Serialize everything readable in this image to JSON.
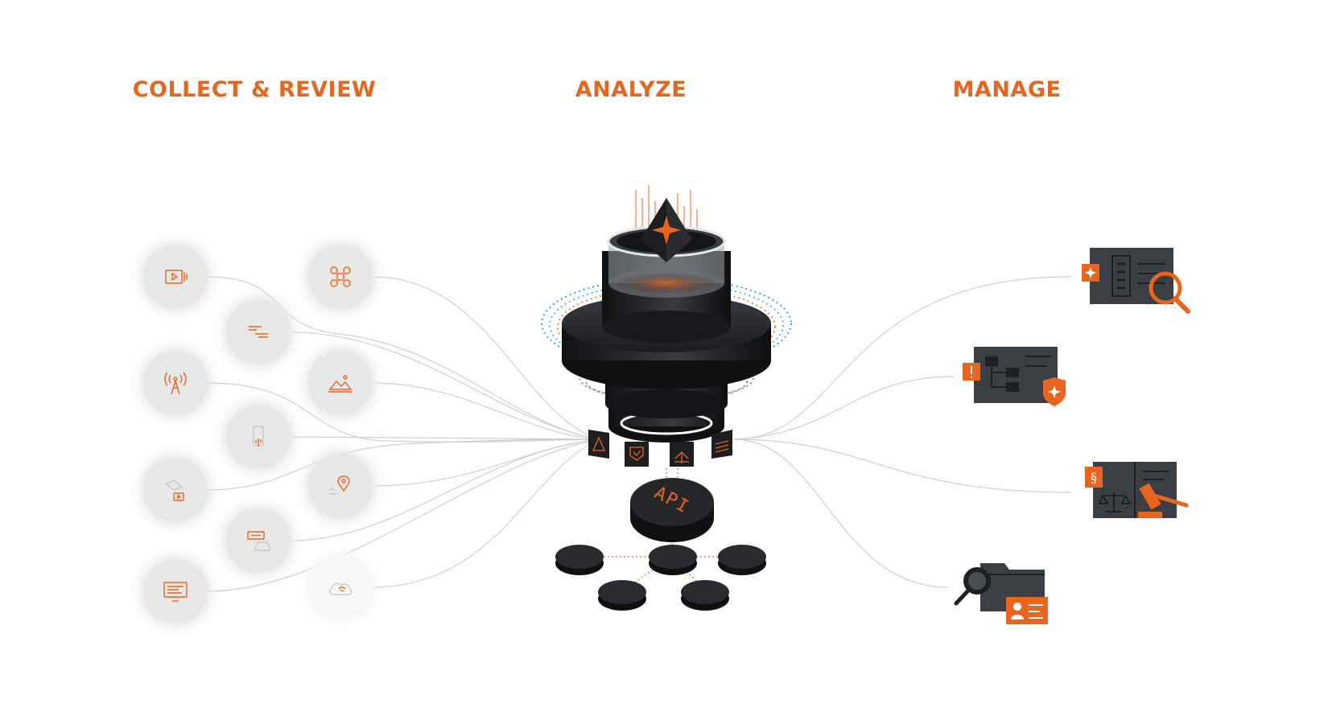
{
  "headings": {
    "collect": "COLLECT & REVIEW",
    "analyze": "ANALYZE",
    "manage": "MANAGE"
  },
  "api_label": "API",
  "colors": {
    "accent": "#e8651e",
    "node_bg": "#e7e7e7",
    "device_dark": "#1b1c1f",
    "panel_dark": "#3b3e43",
    "connector": "#cfcfcf"
  },
  "sources": [
    {
      "icon": "video-stream-icon"
    },
    {
      "icon": "drone-icon"
    },
    {
      "icon": "chat-messages-icon"
    },
    {
      "icon": "radio-tower-icon"
    },
    {
      "icon": "image-icon"
    },
    {
      "icon": "mobile-phone-icon"
    },
    {
      "icon": "vehicle-camera-icon"
    },
    {
      "icon": "location-pin-icon"
    },
    {
      "icon": "license-plate-car-icon"
    },
    {
      "icon": "desktop-computer-icon"
    },
    {
      "icon": "cloud-wifi-icon"
    }
  ],
  "analyze_modules": [
    {
      "icon": "ai-star-icon"
    },
    {
      "icon": "pyramid-icon"
    },
    {
      "icon": "shield-check-icon"
    },
    {
      "icon": "upload-icon"
    },
    {
      "icon": "layers-icon"
    }
  ],
  "manage": [
    {
      "icon": "document-search-icon"
    },
    {
      "icon": "org-chart-badge-icon"
    },
    {
      "icon": "legal-gavel-icon"
    },
    {
      "icon": "folder-id-search-icon"
    }
  ]
}
